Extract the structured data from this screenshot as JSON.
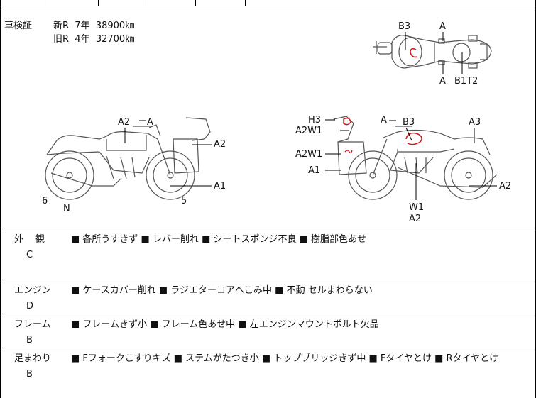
{
  "inspection": {
    "label": "車検証",
    "line1": "新R  7年  38900㎞",
    "line2": "旧R  4年  32700㎞"
  },
  "diagram_labels": {
    "top_view": {
      "b3": "B3",
      "a_top": "A",
      "a_bottom": "A",
      "b1t2": "B1T2"
    },
    "left_view": {
      "a2_tank": "A2",
      "a_tank": "A",
      "a2_cowl": "A2",
      "a1_wheel": "A1",
      "six": "6",
      "five": "5",
      "n": "N"
    },
    "right_view": {
      "h3": "H3",
      "a2w1_top": "A2W1",
      "a2w1_mid": "A2W1",
      "a1": "A1",
      "a_tank": "A",
      "b3": "B3",
      "a3": "A3",
      "a2_rear": "A2",
      "w1": "W1",
      "a2_bottom": "A2"
    }
  },
  "sections": [
    {
      "title": "外　観",
      "grade": "C",
      "items": "■ 各所うすきず ■ レバー削れ ■ シートスポンジ不良 ■ 樹脂部色あせ"
    },
    {
      "title": "エンジン",
      "grade": "D",
      "items": "■ ケースカバー削れ ■ ラジエターコアへこみ中 ■ 不動 セルまわらない"
    },
    {
      "title": "フレーム",
      "grade": "B",
      "items": "■ フレームきず小 ■ フレーム色あせ中 ■ 左エンジンマウントボルト欠品"
    },
    {
      "title": "足まわり",
      "grade": "B",
      "items": "■ Fフォークこすりキズ ■ ステムがたつき小 ■ トップブリッジきず中 ■ Fタイヤとけ ■ Rタイヤとけ"
    }
  ],
  "colors": {
    "line": "#000000",
    "drawing": "#555555",
    "damage_mark": "#d01818"
  }
}
